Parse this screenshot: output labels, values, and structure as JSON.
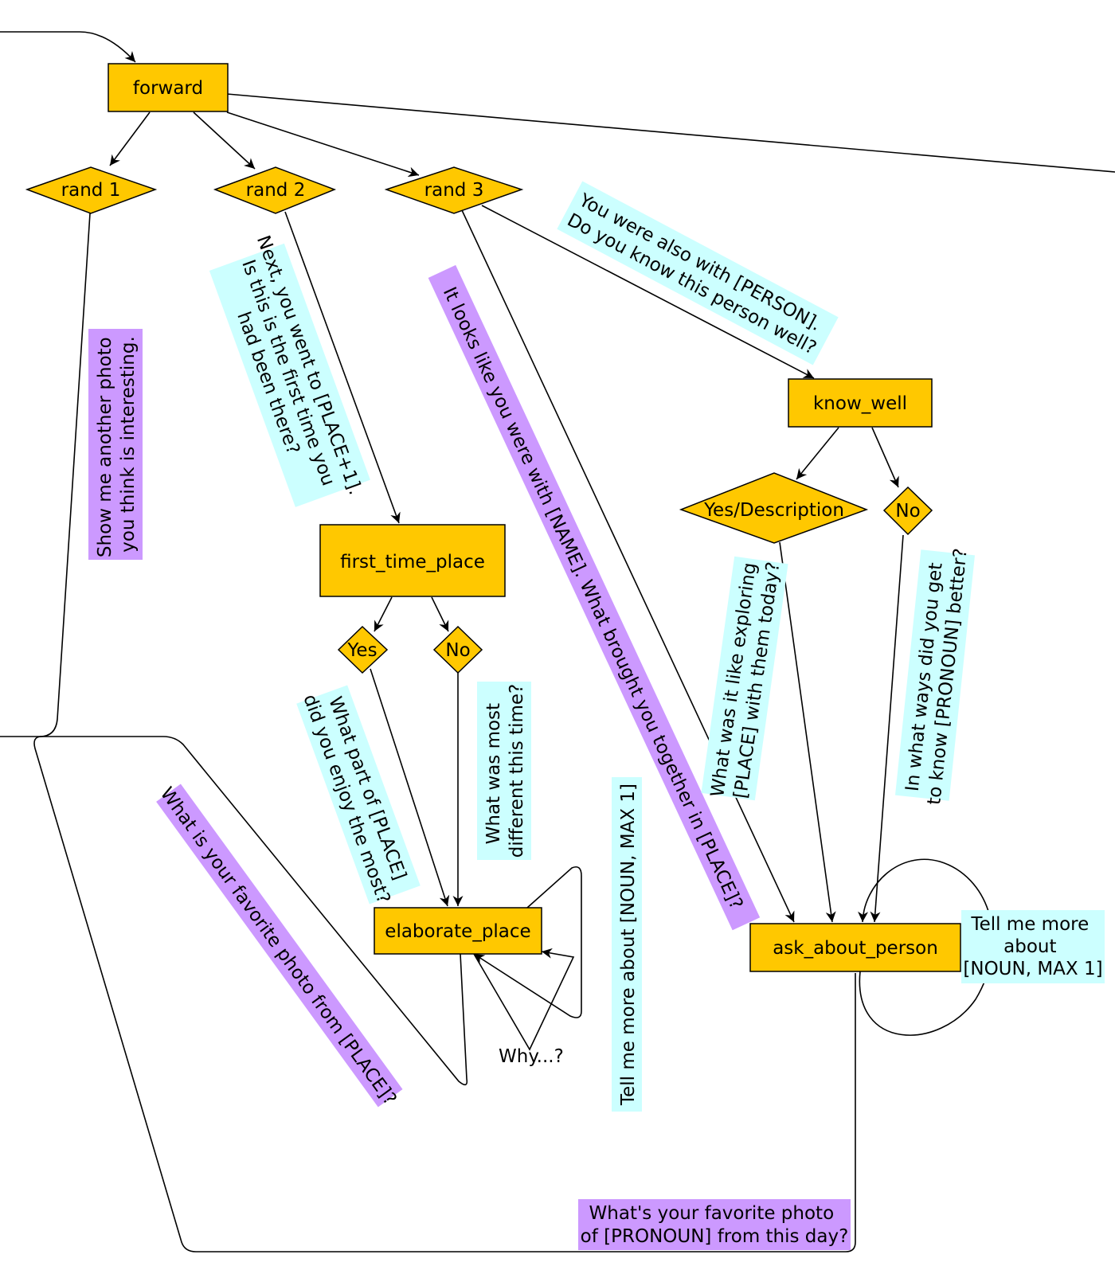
{
  "nodes": {
    "forward": "forward",
    "rand1": "rand 1",
    "rand2": "rand 2",
    "rand3": "rand 3",
    "first_time_place": "first_time_place",
    "ftp_yes": "Yes",
    "ftp_no": "No",
    "elaborate_place": "elaborate_place",
    "know_well": "know_well",
    "kw_yes": "Yes/Description",
    "kw_no": "No",
    "ask_about_person": "ask_about_person"
  },
  "labels": {
    "show_me_another": [
      "Show me another photo",
      "you think is interesting."
    ],
    "next_you_went": [
      "Next, you went to [PLACE+1].",
      "Is this is the first time you",
      "had been there?"
    ],
    "it_looks_like": [
      "It looks like you were with [NAME]. What brought you together in [PLACE]?"
    ],
    "you_were_also": [
      "You were also with [PERSON].",
      "Do you know this person well?"
    ],
    "what_part_of": [
      "What part of [PLACE]",
      "did you enjoy the most?"
    ],
    "what_was_most": [
      "What was most",
      "different this time?"
    ],
    "favorite_photo_place": [
      "What is your favorite photo from [PLACE]?"
    ],
    "why": [
      "Why...?"
    ],
    "tell_me_noun_rotated": [
      "Tell me more about [NOUN, MAX 1]"
    ],
    "what_was_it_like": [
      "What was it like exploring",
      "[PLACE] with them today?"
    ],
    "in_what_ways": [
      "In what ways did you get",
      "to know [PRONOUN] better?"
    ],
    "tell_me_more_about": [
      "Tell me more",
      "about",
      "[NOUN, MAX 1]"
    ],
    "favorite_photo_pronoun": [
      "What's your favorite photo",
      "of [PRONOUN] from this day?"
    ]
  },
  "colors": {
    "node_fill": "#FFC800",
    "label_cyan": "#CCFFFF",
    "label_purple": "#CC99FF"
  }
}
